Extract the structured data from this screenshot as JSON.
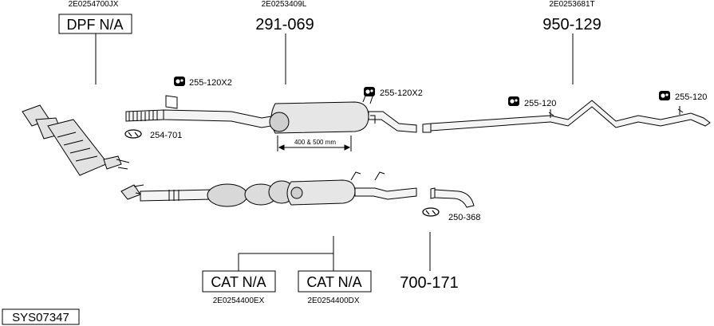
{
  "oe_codes": {
    "dpf": "2E0254700JX",
    "middle": "2E0253409L",
    "rear": "2E0253681T",
    "cat_left": "2E0254400EX",
    "cat_right": "2E0254400DX"
  },
  "part_numbers": {
    "middle": "291-069",
    "rear": "950-129",
    "tail": "700-171"
  },
  "boxed_labels": {
    "dpf": "DPF N/A",
    "cat_left": "CAT N/A",
    "cat_right": "CAT N/A",
    "system": "SYS07347"
  },
  "hardware": {
    "mount_a": "255-120X2",
    "mount_b": "255-120X2",
    "mount_c": "255-120",
    "mount_d": "255-120",
    "clamp_a": "254-701",
    "clamp_b": "250-368"
  },
  "dimension": "400 & 500 mm",
  "icons": {
    "mount": "rubber-mount-icon",
    "clamp": "clamp-icon"
  }
}
